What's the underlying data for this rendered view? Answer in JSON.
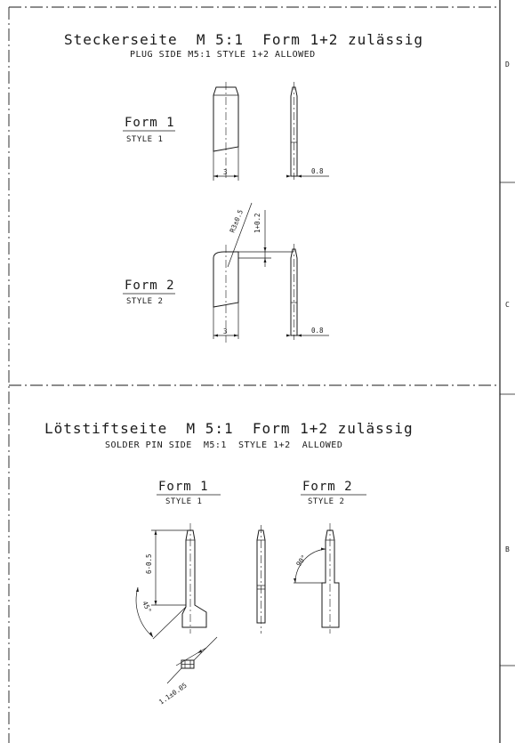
{
  "plug_side": {
    "title": "Steckerseite  M 5:1  Form 1+2 zulässig",
    "subtitle": "PLUG SIDE M5:1 STYLE 1+2 ALLOWED",
    "form1": {
      "label": "Form 1",
      "style": "STYLE 1",
      "dim_width": "3",
      "dim_thickness": "0.8"
    },
    "form2": {
      "label": "Form 2",
      "style": "STYLE 2",
      "dim_width": "3",
      "dim_thickness": "0.8",
      "dim_radius": "R3±0.5",
      "dim_offset": "1+0.2"
    }
  },
  "solder_side": {
    "title": "Lötstiftseite  M 5:1  Form 1+2 zulässig",
    "subtitle": "SOLDER PIN SIDE  M5:1  STYLE 1+2  ALLOWED",
    "form1": {
      "label": "Form 1",
      "style": "STYLE 1",
      "dim_length": "6-0.5",
      "dim_angle": "45°"
    },
    "form2": {
      "label": "Form 2",
      "style": "STYLE 2",
      "dim_angle": "90°"
    },
    "detail_dim": "1.1±0.05"
  },
  "zones": [
    "D",
    "C",
    "B"
  ]
}
